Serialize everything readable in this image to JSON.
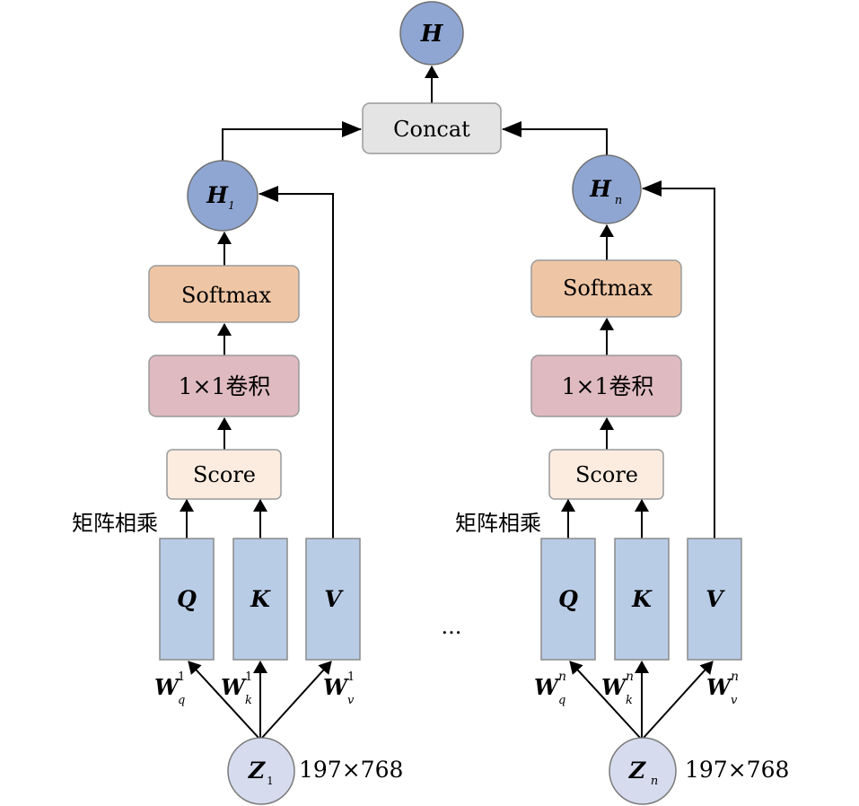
{
  "colors": {
    "node_blue": "#8fa6d3",
    "node_light": "#d6dcee",
    "qkv_fill": "#b9cce6",
    "concat_fill": "#e4e4e4",
    "softmax_fill": "#efc6a5",
    "conv_fill": "#dfbac1",
    "score_fill": "#fcece0",
    "stroke": "#808080"
  },
  "output": {
    "letter": "H"
  },
  "concat": {
    "label": "Concat"
  },
  "heads": [
    {
      "h": {
        "letter": "H",
        "sub": "1"
      },
      "softmax": "Softmax",
      "conv": "1×1卷积",
      "score": "Score",
      "matmul": "矩阵相乘",
      "q": "Q",
      "k": "K",
      "v": "V",
      "wq": {
        "letter": "W",
        "sup": "1",
        "sub": "q"
      },
      "wk": {
        "letter": "W",
        "sup": "1",
        "sub": "k"
      },
      "wv": {
        "letter": "W",
        "sup": "1",
        "sub": "v"
      },
      "z": {
        "letter": "Z",
        "sub": "1"
      },
      "dims": "197×768"
    },
    {
      "h": {
        "letter": "H",
        "sub": "n"
      },
      "softmax": "Softmax",
      "conv": "1×1卷积",
      "score": "Score",
      "matmul": "矩阵相乘",
      "q": "Q",
      "k": "K",
      "v": "V",
      "wq": {
        "letter": "W",
        "sup": "n",
        "sub": "q"
      },
      "wk": {
        "letter": "W",
        "sup": "n",
        "sub": "k"
      },
      "wv": {
        "letter": "W",
        "sup": "n",
        "sub": "v"
      },
      "z": {
        "letter": "Z",
        "sub": "n"
      },
      "dims": "197×768"
    }
  ],
  "ellipsis": "..."
}
